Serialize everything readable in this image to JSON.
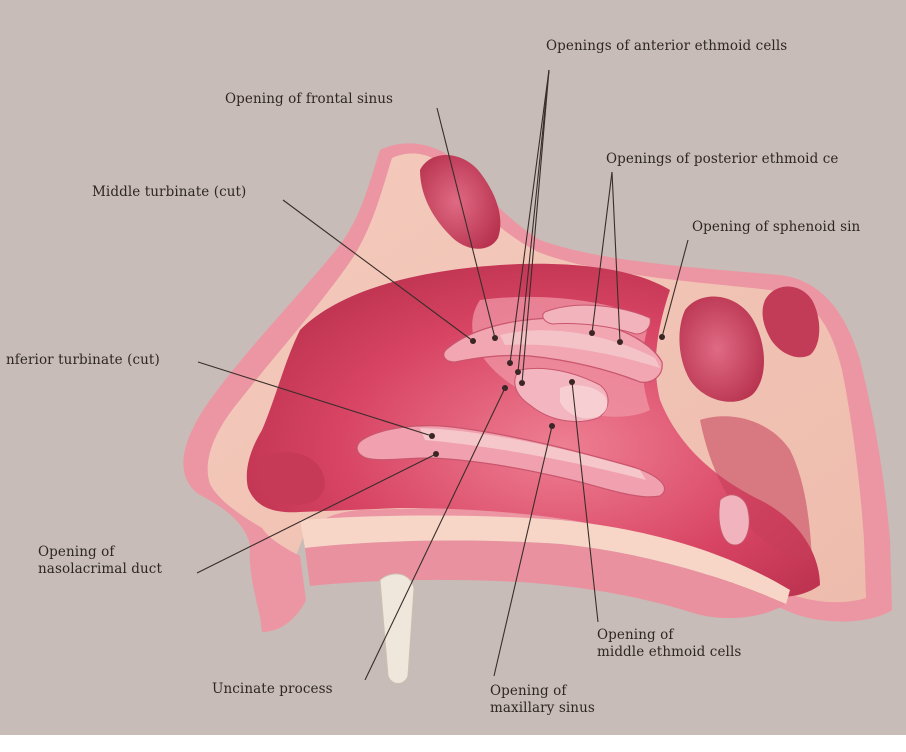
{
  "diagram": {
    "labels": {
      "anterior_ethmoid": "Openings of anterior ethmoid cells",
      "frontal_sinus": "Opening of frontal sinus",
      "posterior_ethmoid": "Openings of posterior ethmoid ce",
      "middle_turbinate": "Middle turbinate (cut)",
      "sphenoid_sinus": "Opening of sphenoid sin",
      "inferior_turbinate": "nferior turbinate (cut)",
      "nasolacrimal_line1": "Opening of",
      "nasolacrimal_line2": "nasolacrimal duct",
      "uncinate": "Uncinate process",
      "maxillary_line1": "Opening of",
      "maxillary_line2": "maxillary sinus",
      "middle_ethmoid_line1": "Opening of",
      "middle_ethmoid_line2": "middle ethmoid cells"
    },
    "colors": {
      "background": "#c7bcb8",
      "bone": "#f2c8ba",
      "mucosa": "#e98a98",
      "cavity": "#d94563",
      "cavity_dark": "#b9304c",
      "leader": "#3a2e2a"
    }
  }
}
